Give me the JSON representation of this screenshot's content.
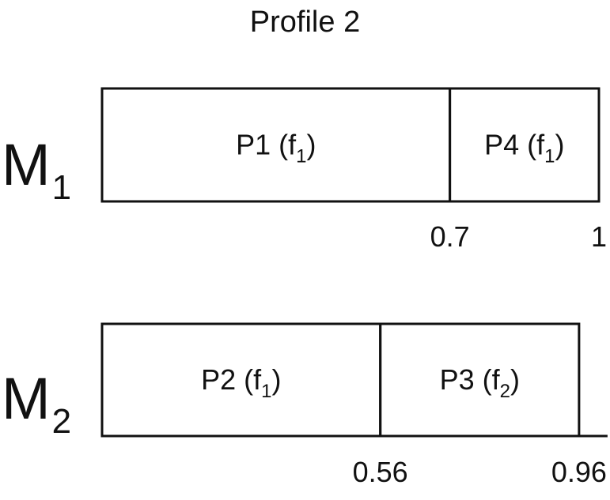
{
  "title": "Profile 2",
  "machines": [
    {
      "letter": "M",
      "index": "1",
      "blocks": [
        {
          "job": "P1",
          "family": "f",
          "family_index": "1",
          "start": 0,
          "end": 0.7
        },
        {
          "job": "P4",
          "family": "f",
          "family_index": "1",
          "start": 0.7,
          "end": 1
        }
      ],
      "ticks": [
        "0.7",
        "1"
      ]
    },
    {
      "letter": "M",
      "index": "2",
      "blocks": [
        {
          "job": "P2",
          "family": "f",
          "family_index": "1",
          "start": 0,
          "end": 0.56
        },
        {
          "job": "P3",
          "family": "f",
          "family_index": "2",
          "start": 0.56,
          "end": 0.96
        }
      ],
      "ticks": [
        "0.56",
        "0.96"
      ]
    }
  ]
}
